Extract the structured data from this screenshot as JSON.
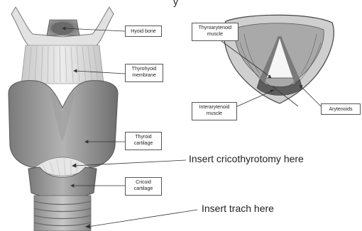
{
  "labels": {
    "hyoid": "Hyoid bone",
    "thyrohyoid": "Thyrohyoid membrane",
    "thyroid": "Thyroid cartilage",
    "cricoid": "Cricoid cartilage",
    "thyroarytenoid": "Thyroarytenoid muscle",
    "interarytenoid": "Interarytenoid muscle",
    "arytenoids": "Arytenoids"
  },
  "annotations": {
    "crico": "Insert cricothyrotomy here",
    "trach": "Insert trach here"
  },
  "title_fragment": "y",
  "colors": {
    "cartilage": "#8e8e8e",
    "membrane": "#d8d8d8",
    "line": "#333333"
  }
}
